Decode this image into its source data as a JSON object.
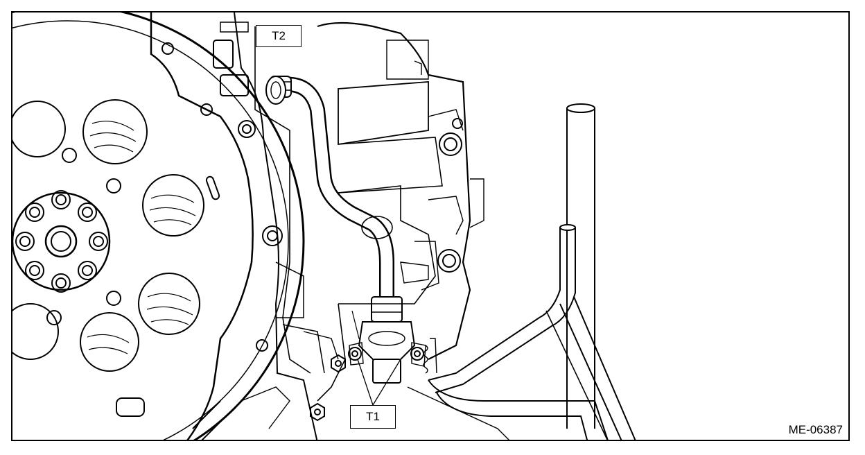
{
  "callouts": {
    "t2": "T2",
    "t1": "T1"
  },
  "figure_id": "ME-06387",
  "colors": {
    "line": "#000000",
    "background": "#ffffff"
  }
}
